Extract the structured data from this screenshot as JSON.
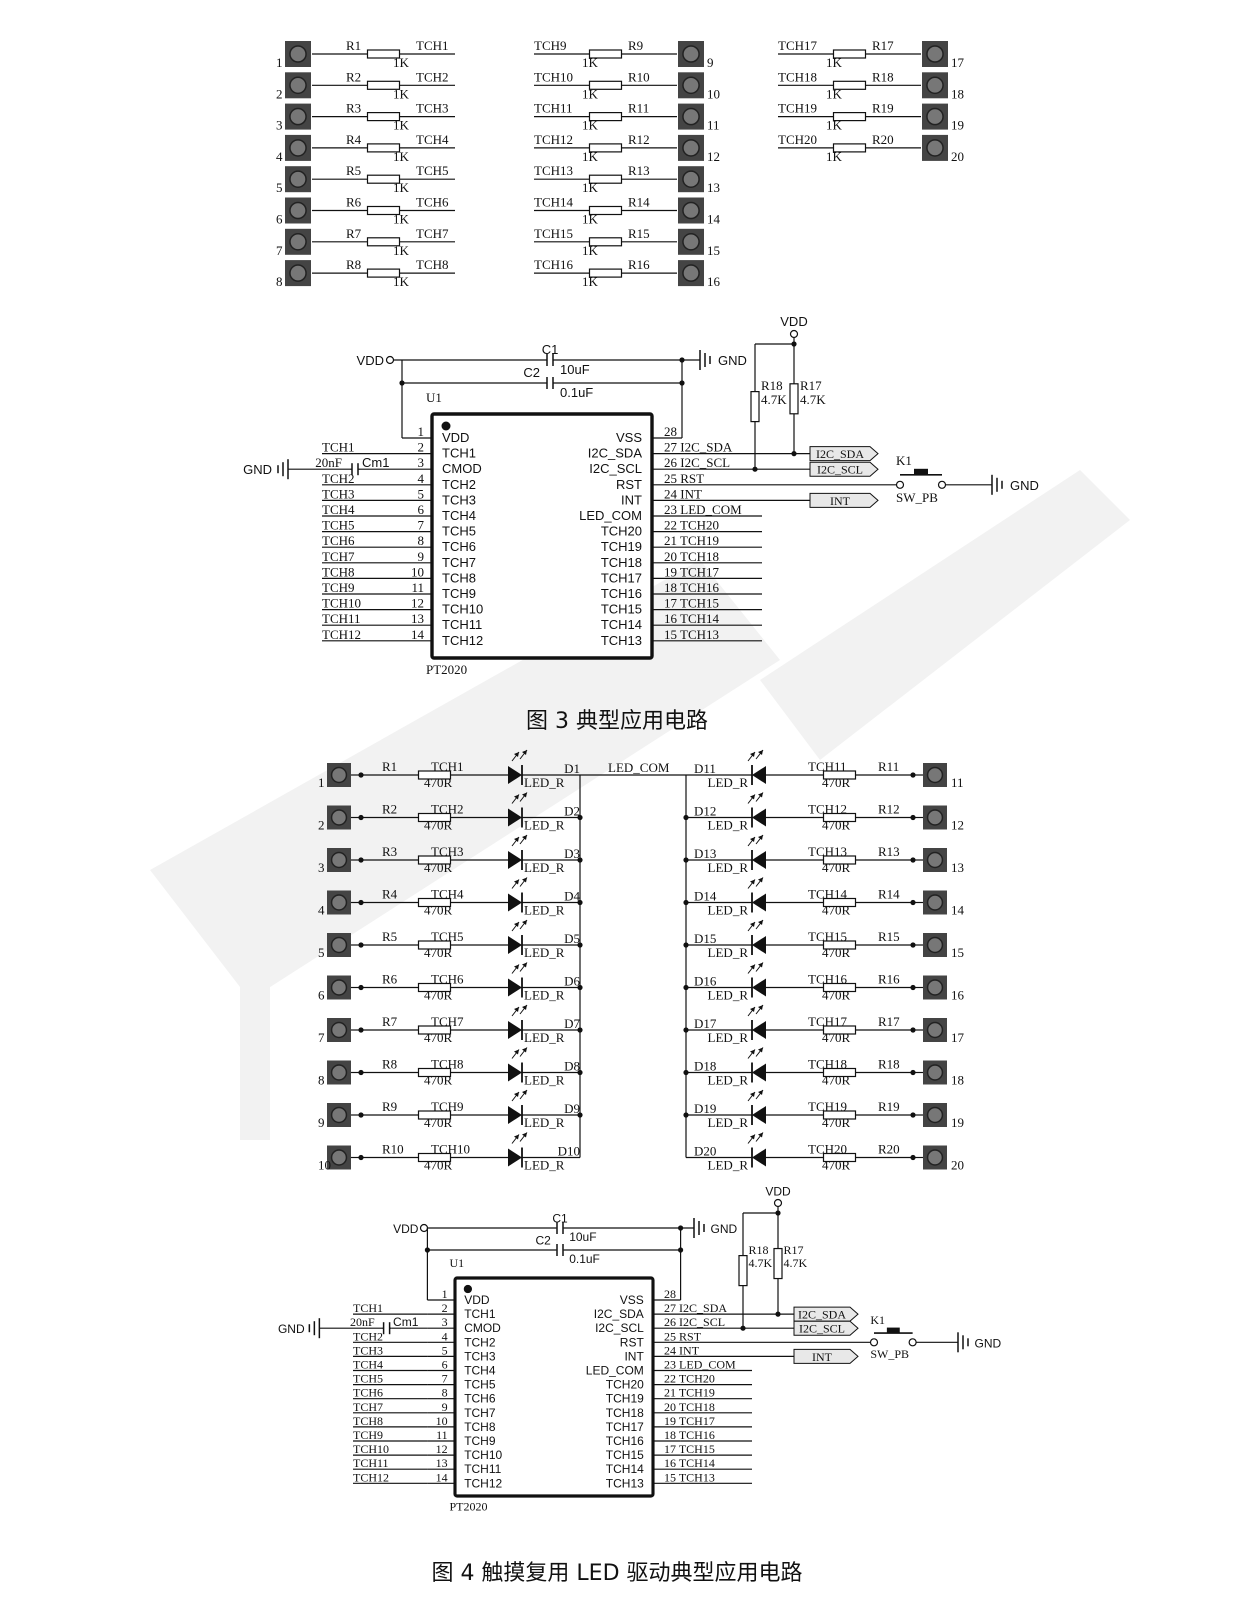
{
  "fig3": {
    "caption": "图 3 典型应用电路",
    "pads": [
      {
        "num": "1",
        "res": "R1",
        "val": "1K",
        "net": "TCH1"
      },
      {
        "num": "2",
        "res": "R2",
        "val": "1K",
        "net": "TCH2"
      },
      {
        "num": "3",
        "res": "R3",
        "val": "1K",
        "net": "TCH3"
      },
      {
        "num": "4",
        "res": "R4",
        "val": "1K",
        "net": "TCH4"
      },
      {
        "num": "5",
        "res": "R5",
        "val": "1K",
        "net": "TCH5"
      },
      {
        "num": "6",
        "res": "R6",
        "val": "1K",
        "net": "TCH6"
      },
      {
        "num": "7",
        "res": "R7",
        "val": "1K",
        "net": "TCH7"
      },
      {
        "num": "8",
        "res": "R8",
        "val": "1K",
        "net": "TCH8"
      },
      {
        "num": "9",
        "res": "R9",
        "val": "1K",
        "net": "TCH9"
      },
      {
        "num": "10",
        "res": "R10",
        "val": "1K",
        "net": "TCH10"
      },
      {
        "num": "11",
        "res": "R11",
        "val": "1K",
        "net": "TCH11"
      },
      {
        "num": "12",
        "res": "R12",
        "val": "1K",
        "net": "TCH12"
      },
      {
        "num": "13",
        "res": "R13",
        "val": "1K",
        "net": "TCH13"
      },
      {
        "num": "14",
        "res": "R14",
        "val": "1K",
        "net": "TCH14"
      },
      {
        "num": "15",
        "res": "R15",
        "val": "1K",
        "net": "TCH15"
      },
      {
        "num": "16",
        "res": "R16",
        "val": "1K",
        "net": "TCH16"
      },
      {
        "num": "17",
        "res": "R17",
        "val": "1K",
        "net": "TCH17"
      },
      {
        "num": "18",
        "res": "R18",
        "val": "1K",
        "net": "TCH18"
      },
      {
        "num": "19",
        "res": "R19",
        "val": "1K",
        "net": "TCH19"
      },
      {
        "num": "20",
        "res": "R20",
        "val": "1K",
        "net": "TCH20"
      }
    ]
  },
  "fig4": {
    "caption": "图 4 触摸复用 LED 驱动典型应用电路",
    "led_com": "LED_COM",
    "led_label": "LED_R",
    "pads": [
      {
        "num": "1",
        "res": "R1",
        "val": "470R",
        "net": "TCH1",
        "led": "D1"
      },
      {
        "num": "2",
        "res": "R2",
        "val": "470R",
        "net": "TCH2",
        "led": "D2"
      },
      {
        "num": "3",
        "res": "R3",
        "val": "470R",
        "net": "TCH3",
        "led": "D3"
      },
      {
        "num": "4",
        "res": "R4",
        "val": "470R",
        "net": "TCH4",
        "led": "D4"
      },
      {
        "num": "5",
        "res": "R5",
        "val": "470R",
        "net": "TCH5",
        "led": "D5"
      },
      {
        "num": "6",
        "res": "R6",
        "val": "470R",
        "net": "TCH6",
        "led": "D6"
      },
      {
        "num": "7",
        "res": "R7",
        "val": "470R",
        "net": "TCH7",
        "led": "D7"
      },
      {
        "num": "8",
        "res": "R8",
        "val": "470R",
        "net": "TCH8",
        "led": "D8"
      },
      {
        "num": "9",
        "res": "R9",
        "val": "470R",
        "net": "TCH9",
        "led": "D9"
      },
      {
        "num": "10",
        "res": "R10",
        "val": "470R",
        "net": "TCH10",
        "led": "D10"
      },
      {
        "num": "11",
        "res": "R11",
        "val": "470R",
        "net": "TCH11",
        "led": "D11"
      },
      {
        "num": "12",
        "res": "R12",
        "val": "470R",
        "net": "TCH12",
        "led": "D12"
      },
      {
        "num": "13",
        "res": "R13",
        "val": "470R",
        "net": "TCH13",
        "led": "D13"
      },
      {
        "num": "14",
        "res": "R14",
        "val": "470R",
        "net": "TCH14",
        "led": "D14"
      },
      {
        "num": "15",
        "res": "R15",
        "val": "470R",
        "net": "TCH15",
        "led": "D15"
      },
      {
        "num": "16",
        "res": "R16",
        "val": "470R",
        "net": "TCH16",
        "led": "D16"
      },
      {
        "num": "17",
        "res": "R17",
        "val": "470R",
        "net": "TCH17",
        "led": "D17"
      },
      {
        "num": "18",
        "res": "R18",
        "val": "470R",
        "net": "TCH18",
        "led": "D18"
      },
      {
        "num": "19",
        "res": "R19",
        "val": "470R",
        "net": "TCH19",
        "led": "D19"
      },
      {
        "num": "20",
        "res": "R20",
        "val": "470R",
        "net": "TCH20",
        "led": "D20"
      }
    ]
  },
  "chip": {
    "ref": "U1",
    "part": "PT2020",
    "left_pins": [
      {
        "num": "1",
        "name": "VDD",
        "net": ""
      },
      {
        "num": "2",
        "name": "TCH1",
        "net": "TCH1"
      },
      {
        "num": "3",
        "name": "CMOD",
        "net": ""
      },
      {
        "num": "4",
        "name": "TCH2",
        "net": "TCH2"
      },
      {
        "num": "5",
        "name": "TCH3",
        "net": "TCH3"
      },
      {
        "num": "6",
        "name": "TCH4",
        "net": "TCH4"
      },
      {
        "num": "7",
        "name": "TCH5",
        "net": "TCH5"
      },
      {
        "num": "8",
        "name": "TCH6",
        "net": "TCH6"
      },
      {
        "num": "9",
        "name": "TCH7",
        "net": "TCH7"
      },
      {
        "num": "10",
        "name": "TCH8",
        "net": "TCH8"
      },
      {
        "num": "11",
        "name": "TCH9",
        "net": "TCH9"
      },
      {
        "num": "12",
        "name": "TCH10",
        "net": "TCH10"
      },
      {
        "num": "13",
        "name": "TCH11",
        "net": "TCH11"
      },
      {
        "num": "14",
        "name": "TCH12",
        "net": "TCH12"
      }
    ],
    "right_pins": [
      {
        "num": "28",
        "name": "VSS",
        "net": ""
      },
      {
        "num": "27",
        "name": "I2C_SDA",
        "net": "I2C_SDA"
      },
      {
        "num": "26",
        "name": "I2C_SCL",
        "net": "I2C_SCL"
      },
      {
        "num": "25",
        "name": "RST",
        "net": "RST"
      },
      {
        "num": "24",
        "name": "INT",
        "net": "INT"
      },
      {
        "num": "23",
        "name": "LED_COM",
        "net": "LED_COM"
      },
      {
        "num": "22",
        "name": "TCH20",
        "net": "TCH20"
      },
      {
        "num": "21",
        "name": "TCH19",
        "net": "TCH19"
      },
      {
        "num": "20",
        "name": "TCH18",
        "net": "TCH18"
      },
      {
        "num": "19",
        "name": "TCH17",
        "net": "TCH17"
      },
      {
        "num": "18",
        "name": "TCH16",
        "net": "TCH16"
      },
      {
        "num": "17",
        "name": "TCH15",
        "net": "TCH15"
      },
      {
        "num": "16",
        "name": "TCH14",
        "net": "TCH14"
      },
      {
        "num": "15",
        "name": "TCH13",
        "net": "TCH13"
      }
    ],
    "periph": {
      "vdd": "VDD",
      "gnd": "GND",
      "c1_ref": "C1",
      "c1_val": "10uF",
      "c2_ref": "C2",
      "c2_val": "0.1uF",
      "cm_ref": "Cm1",
      "cm_val": "20nF",
      "r18_ref": "R18",
      "r18_val": "4.7K",
      "r17_ref": "R17",
      "r17_val": "4.7K",
      "sda_port": "I2C_SDA",
      "scl_port": "I2C_SCL",
      "int_port": "INT",
      "sw_ref": "K1",
      "sw_val": "SW_PB"
    }
  },
  "colors": {
    "ink": "#111111",
    "pad_fill": "#444444",
    "port_fill": "#e8e8e8",
    "watermark": "#f2f2f2"
  }
}
